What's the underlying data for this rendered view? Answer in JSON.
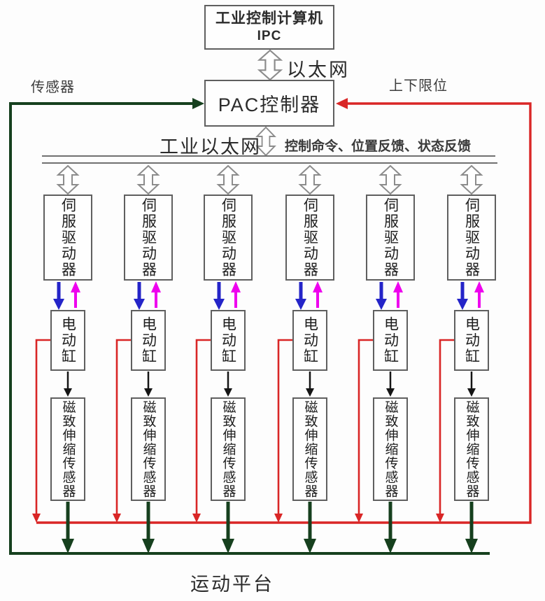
{
  "ipc": {
    "line1": "工业控制计算机",
    "line2": "IPC"
  },
  "pac": {
    "label": "PAC控制器"
  },
  "labels": {
    "ethernet": "以太网",
    "sensor": "传感器",
    "limits": "上下限位",
    "industrial_ethernet": "工业以太网",
    "bus_caption": "控制命令、位置反馈、状态反馈",
    "platform": "运动平台"
  },
  "columns": [
    {
      "servo": "伺服驱动器",
      "cylinder": "电动缸",
      "sensor": "磁致伸缩传感器"
    },
    {
      "servo": "伺服驱动器",
      "cylinder": "电动缸",
      "sensor": "磁致伸缩传感器"
    },
    {
      "servo": "伺服驱动器",
      "cylinder": "电动缸",
      "sensor": "磁致伸缩传感器"
    },
    {
      "servo": "伺服驱动器",
      "cylinder": "电动缸",
      "sensor": "磁致伸缩传感器"
    },
    {
      "servo": "伺服驱动器",
      "cylinder": "电动缸",
      "sensor": "磁致伸缩传感器"
    },
    {
      "servo": "伺服驱动器",
      "cylinder": "电动缸",
      "sensor": "磁致伸缩传感器"
    }
  ],
  "colors": {
    "green": "#16401e",
    "red": "#d92626",
    "blue": "#2424c8",
    "magenta": "#ee00ee",
    "bus_gray": "#707070",
    "box_border": "#5f5f5f"
  }
}
